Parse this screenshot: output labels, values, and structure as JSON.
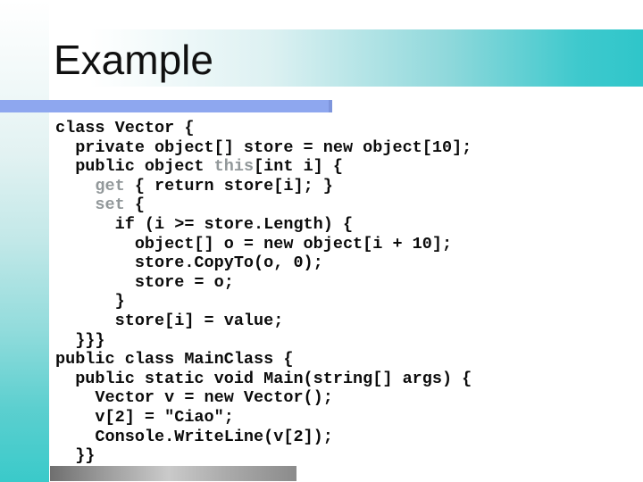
{
  "slide": {
    "title": "Example"
  },
  "code": {
    "keywords": [
      "this",
      "get",
      "set"
    ],
    "lines": [
      "class Vector {",
      "  private object[] store = new object[10];",
      "  public object this[int i] {",
      "    get { return store[i]; }",
      "    set {",
      "      if (i >= store.Length) {",
      "        object[] o = new object[i + 10];",
      "        store.CopyTo(o, 0);",
      "        store = o;",
      "      }",
      "      store[i] = value;",
      "  }}}",
      "public class MainClass {",
      "  public static void Main(string[] args) {",
      "    Vector v = new Vector();",
      "    v[2] = \"Ciao\";",
      "    Console.WriteLine(v[2]);",
      "  }}"
    ]
  },
  "colors": {
    "accent_teal": "#2fc6ca",
    "strip_teal_bottom": "#3acaca",
    "accent_blue_bar": "#8ea7ef",
    "code_text": "#0b0b0b",
    "keyword_gray": "#92989a",
    "bottom_bar_gray": "#8b8b8b"
  }
}
